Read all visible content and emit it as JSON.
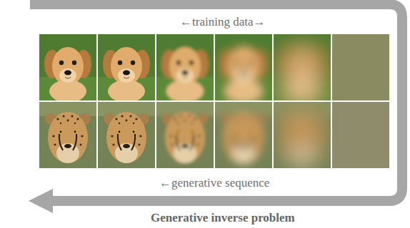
{
  "diagram": {
    "caption": "Generative inverse problem",
    "labels": [
      "←training data→",
      "←generative sequence"
    ]
  }
}
